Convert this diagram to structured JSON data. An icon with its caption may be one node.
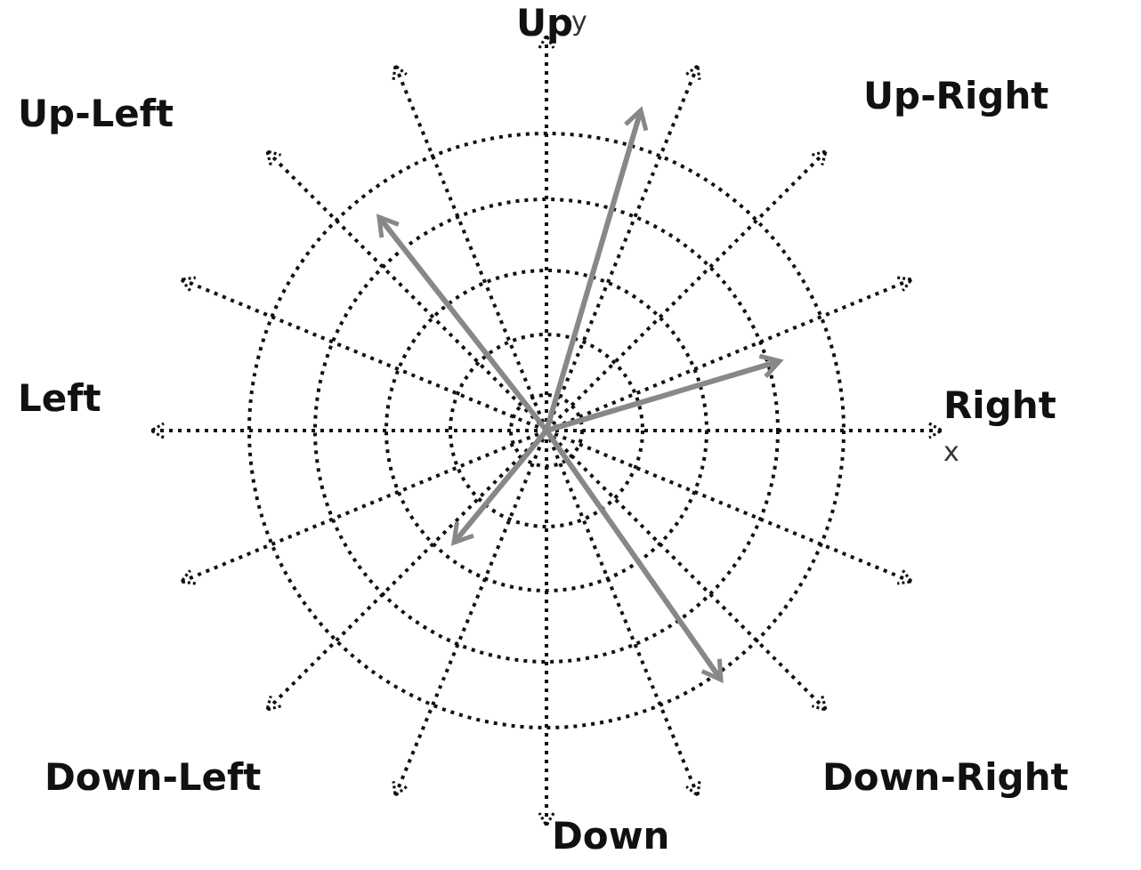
{
  "diagram": {
    "labels": [
      "Up",
      "y",
      "Up-Left",
      "Up-Right",
      "Left",
      "Right",
      "x",
      "Down-Left",
      "Down-Right",
      "Down"
    ]
  }
}
